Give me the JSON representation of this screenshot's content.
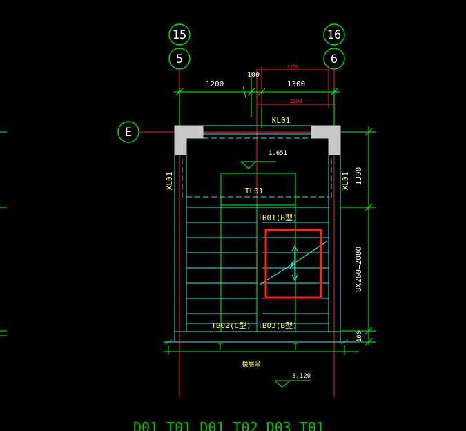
{
  "axes": {
    "axis_15": "15",
    "axis_16": "16",
    "axis_5": "5",
    "axis_6": "6",
    "axis_E": "E"
  },
  "dims": {
    "d1200": "1200",
    "d100": "100",
    "d1150": "1150",
    "d1300_top": "1300",
    "d1300_red": "1300",
    "d1300_right": "1300",
    "steps": "8X260=2080",
    "d160": "160"
  },
  "labels": {
    "kl01": "KL01",
    "xl01_left": "XL01",
    "xl01_right": "XL01",
    "tl01": "TL01",
    "tb01": "TB01(B型)",
    "tb02": "TB02(C型)",
    "tb03": "TB03(B型)",
    "floor_beam": "楼层梁"
  },
  "elevations": {
    "landing": "1.651",
    "floor": "3.120"
  },
  "bottom_text": "D01 T01 D01 T02 D03 T01",
  "colors": {
    "background": "#000000",
    "grid_green": "#00ff00",
    "axis_red": "#ff2020",
    "wall_cyan": "#40e0e0",
    "text_white": "#ffffff",
    "text_yellow": "#ffff66",
    "highlight_red": "#ff2020",
    "column_gray": "#c8c8c8"
  }
}
